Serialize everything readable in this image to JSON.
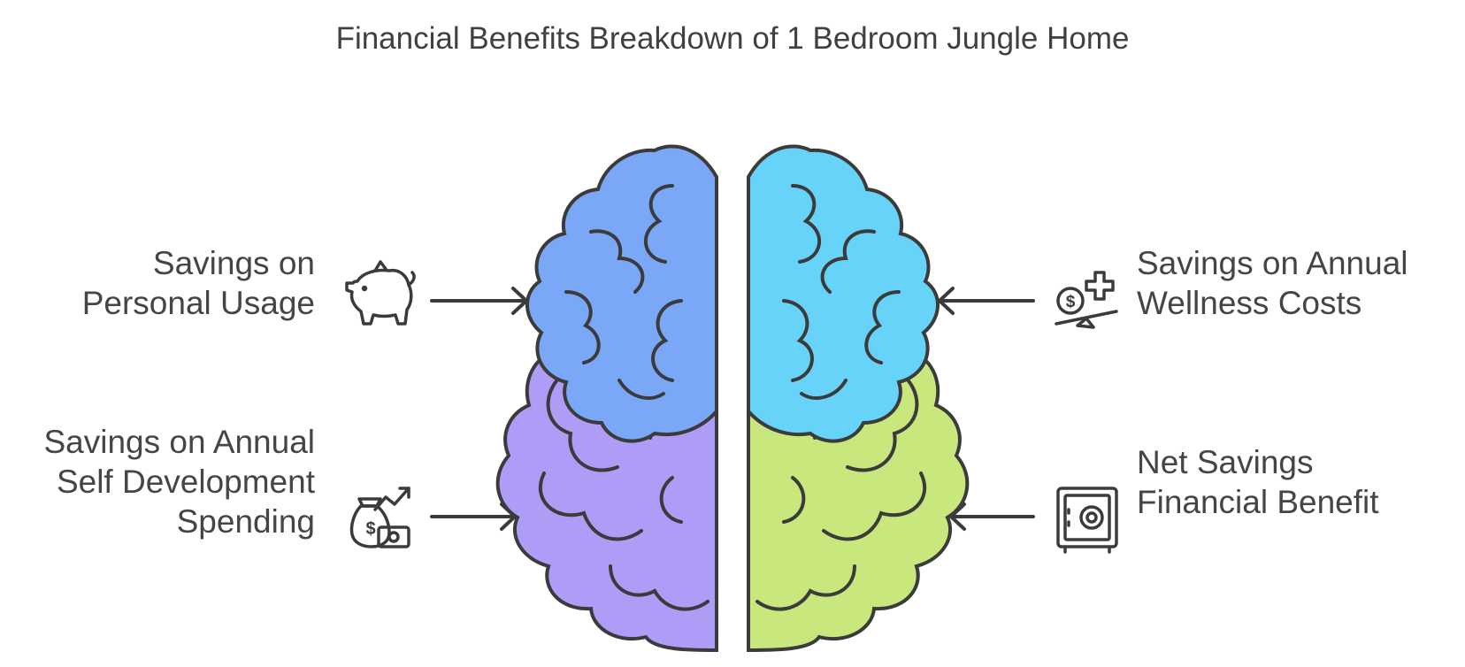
{
  "title": "Financial Benefits Breakdown of 1 Bedroom Jungle Home",
  "items": {
    "personal": {
      "lines": [
        "Savings on",
        "Personal Usage"
      ],
      "icon": "piggy-bank-icon"
    },
    "wellness": {
      "lines": [
        "Savings on Annual",
        "Wellness Costs"
      ],
      "icon": "health-cost-balance-icon"
    },
    "selfdev": {
      "lines": [
        "Savings on Annual",
        "Self Development",
        "Spending"
      ],
      "icon": "money-growth-icon"
    },
    "net": {
      "lines": [
        "Net Savings",
        "Financial Benefit"
      ],
      "icon": "safe-icon"
    }
  },
  "colors": {
    "left_top": "#7aa8f7",
    "left_bottom": "#ae9cf6",
    "right_top": "#67d3f8",
    "right_bottom": "#c8e77d",
    "stroke": "#3b3b3b",
    "text": "#454545"
  }
}
